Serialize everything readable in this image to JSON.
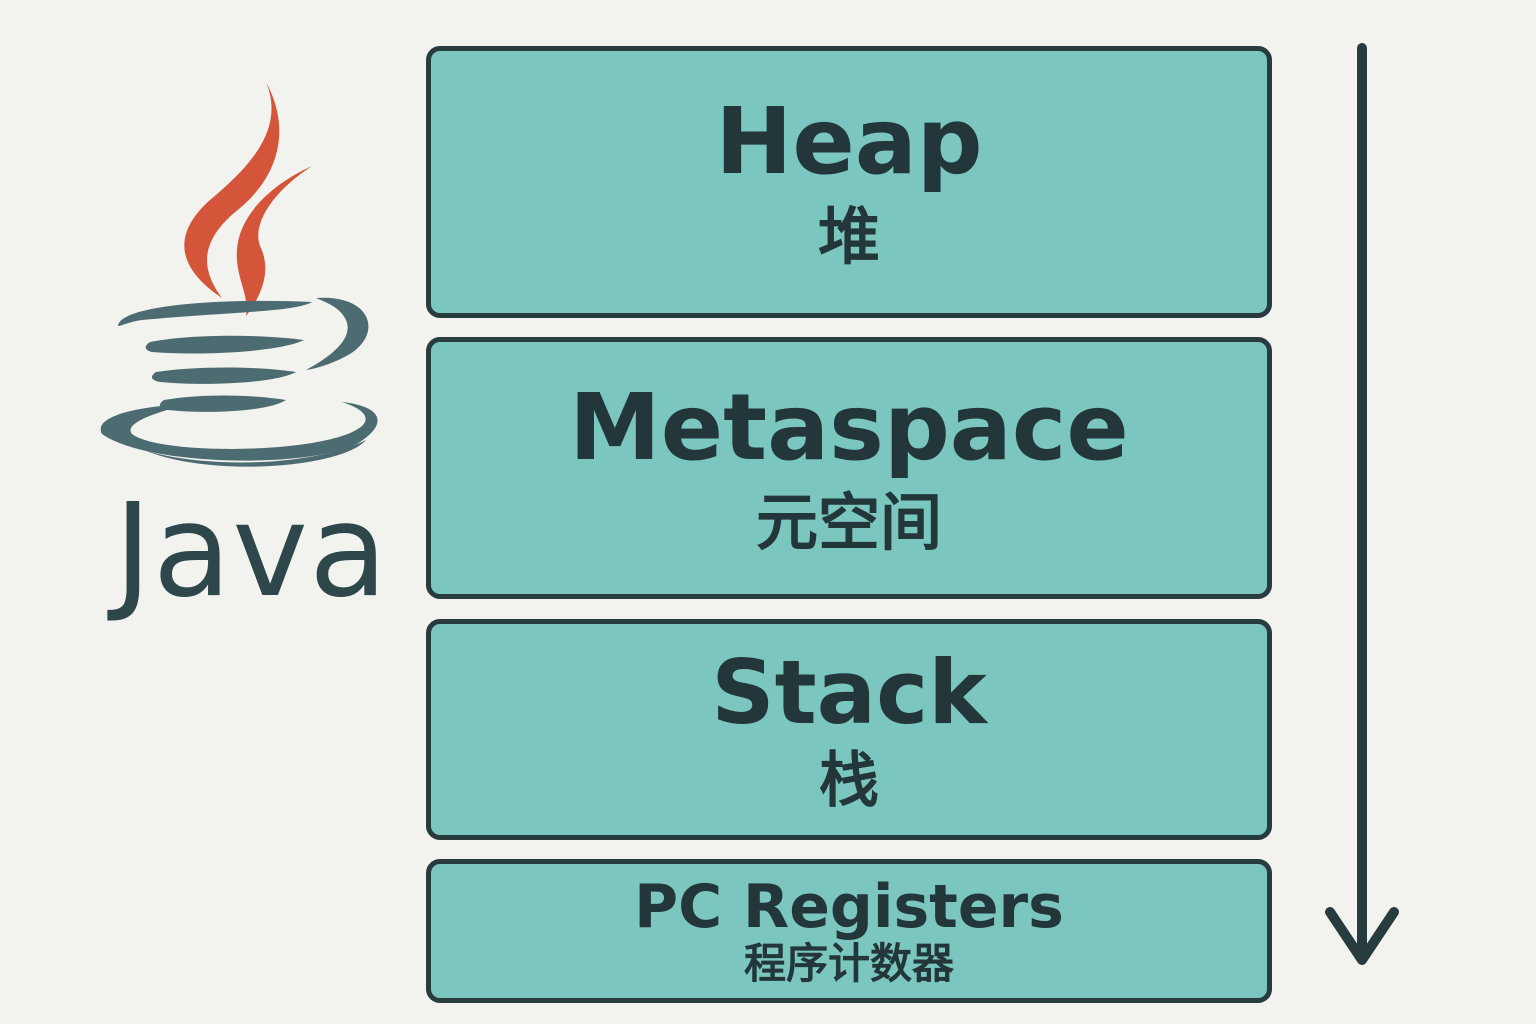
{
  "logo": {
    "icon": "java-coffee-cup-icon",
    "wordmark": "Java",
    "colors": {
      "steam": "#d4553a",
      "cup": "#4c6c72"
    }
  },
  "memory_areas": [
    {
      "name": "Heap",
      "chinese": "堆"
    },
    {
      "name": "Metaspace",
      "chinese": "元空间"
    },
    {
      "name": "Stack",
      "chinese": "栈"
    },
    {
      "name": "PC Registers",
      "chinese": "程序计数器"
    }
  ],
  "flow_arrow": {
    "icon": "down-arrow-icon",
    "direction": "down"
  },
  "colors": {
    "background": "#f2f2ee",
    "block_fill": "#7cc6c0",
    "block_border": "#283c40",
    "text": "#23373a"
  }
}
